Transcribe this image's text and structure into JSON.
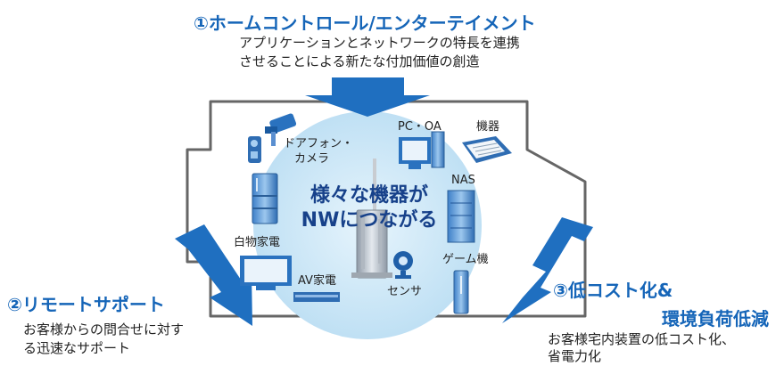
{
  "top": {
    "heading": "①ホームコントロール/エンターテイメント",
    "desc_line1": "アプリケーションとネットワークの特長を連携",
    "desc_line2": "させることによる新たな付加価値の創造"
  },
  "left": {
    "heading": "②リモートサポート",
    "desc_line1": "お客様からの問合せに対す",
    "desc_line2": "る迅速なサポート"
  },
  "right": {
    "heading_line1": "③低コスト化&",
    "heading_line2": "環境負荷低減",
    "desc_line1": "お客様宅内装置の低コスト化、",
    "desc_line2": "省電力化"
  },
  "center": {
    "line1": "様々な機器が",
    "line2": "NWにつながる"
  },
  "devices": {
    "doorphone_line1": "ドアフォン・",
    "doorphone_line2": "カメラ",
    "pc": "PC・OA",
    "equipment": "機器",
    "nas": "NAS",
    "appliance": "白物家電",
    "av": "AV家電",
    "sensor": "センサ",
    "game": "ゲーム機"
  },
  "colors": {
    "accent_blue": "#1565b8",
    "arrow_blue": "#1f6fc0",
    "bubble": "#cfe8f7",
    "house_outline": "#666666"
  }
}
